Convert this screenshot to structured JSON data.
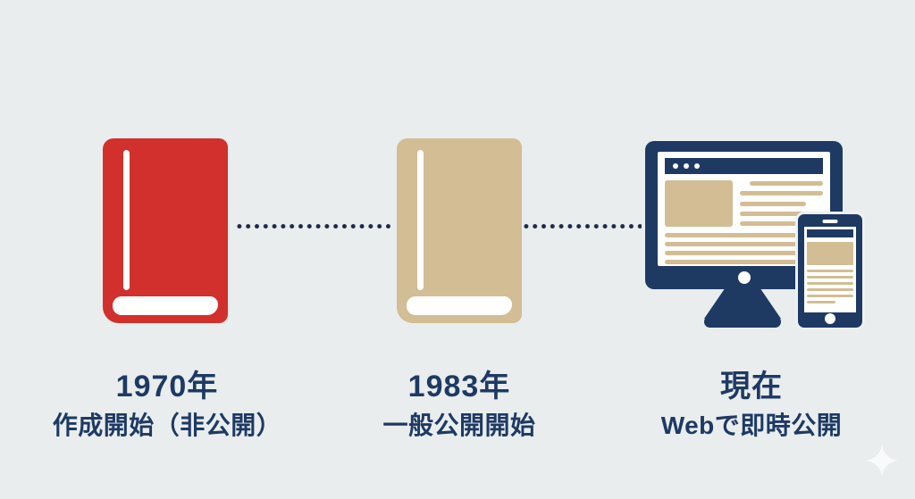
{
  "canvas": {
    "background_color": "#e9edee"
  },
  "colors": {
    "navy": "#1e3a63",
    "red": "#d2302c",
    "tan": "#d2bd94",
    "dot": "#1d2b47",
    "text": "#1e3a63",
    "white": "#ffffff",
    "bg": "#e9edee",
    "sparkle": "#fafcfd"
  },
  "timeline": {
    "connector_style": "dotted-line",
    "items": [
      {
        "year": "1970年",
        "caption": "作成開始（非公開）",
        "icon": "red-closed-book-icon",
        "icon_color": "#d2302c"
      },
      {
        "year": "1983年",
        "caption": "一般公開開始",
        "icon": "tan-closed-book-icon",
        "icon_color": "#d2bd94"
      },
      {
        "year": "現在",
        "caption": "Webで即時公開",
        "icon": "desktop-smartphone-icon",
        "icon_color": "#1e3a63"
      }
    ]
  },
  "decoration": {
    "sparkle": "four-point-star-icon"
  }
}
